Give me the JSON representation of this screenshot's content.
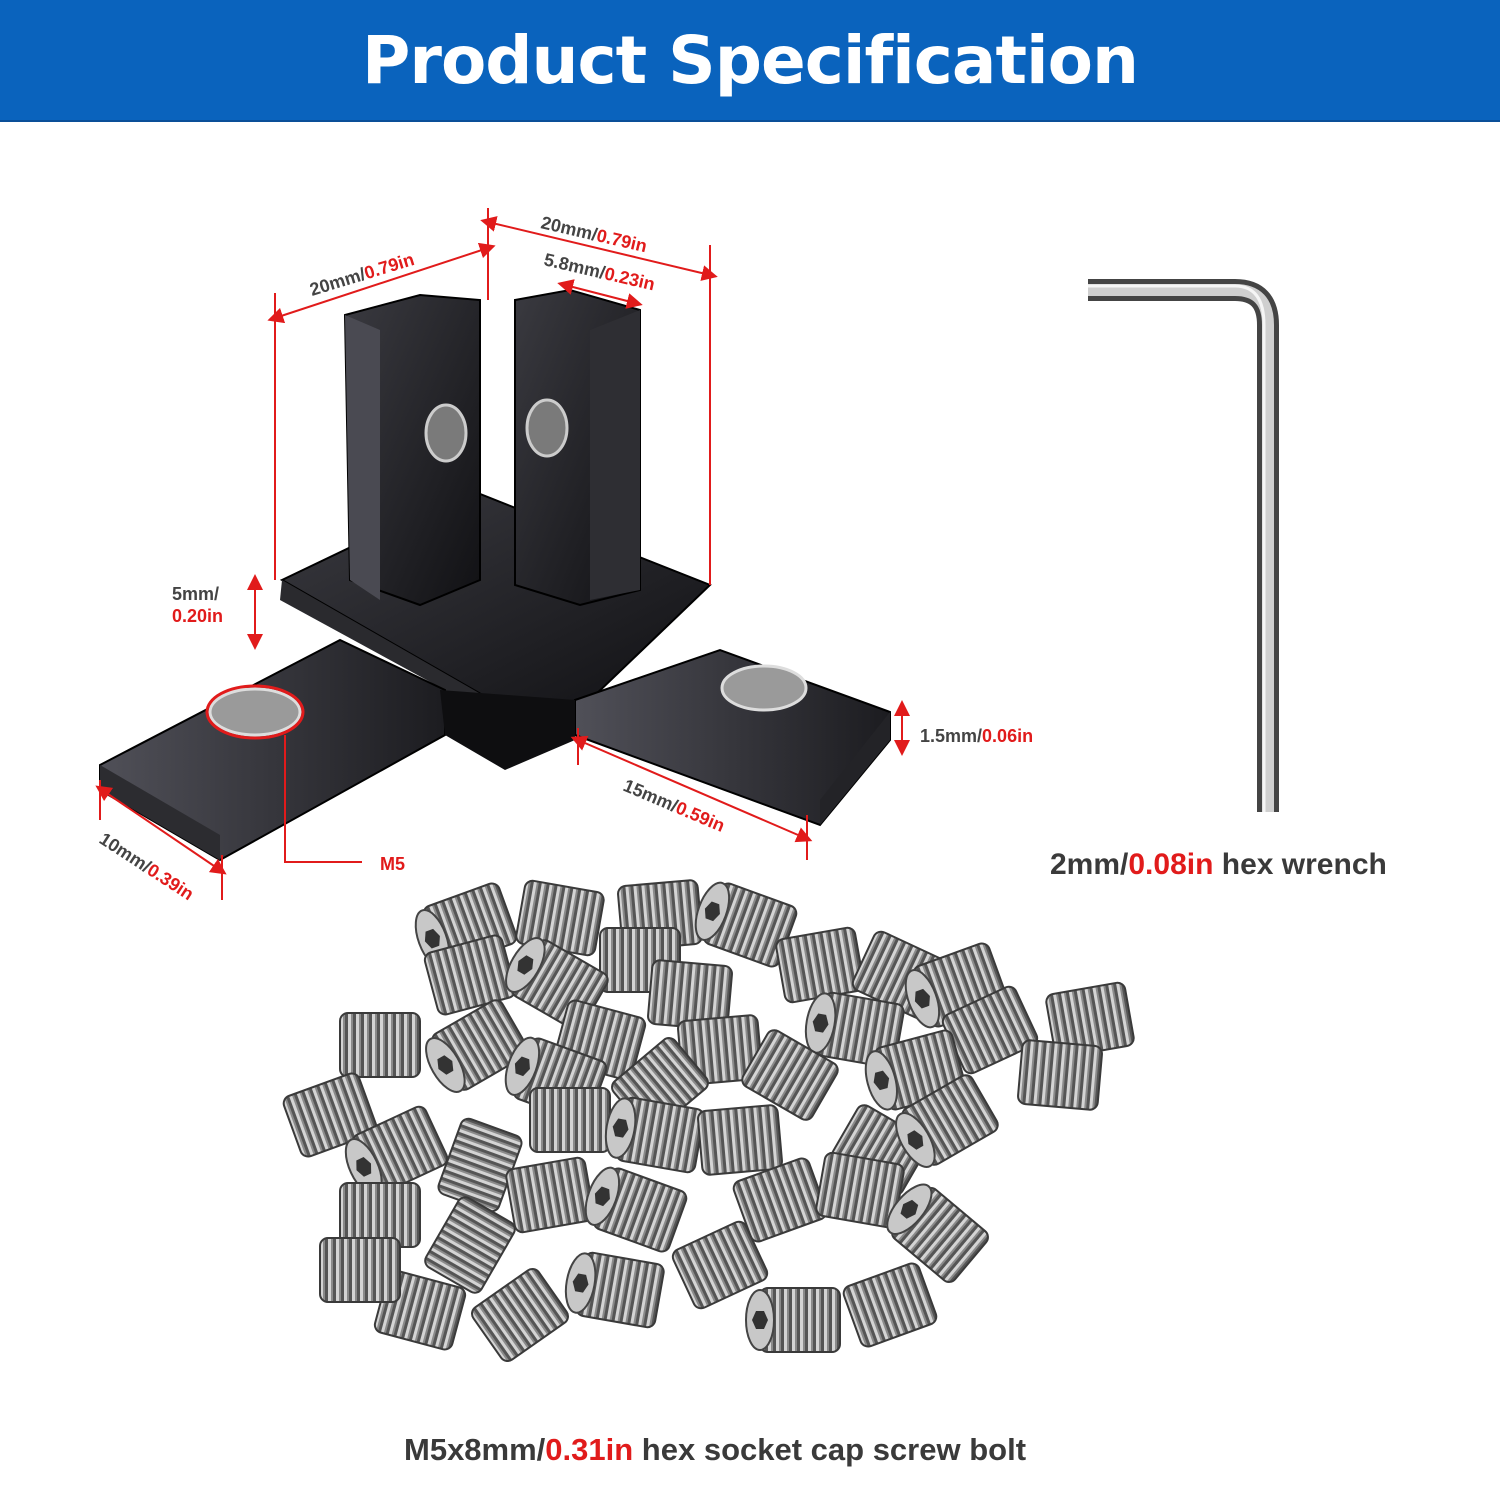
{
  "header": {
    "title": "Product Specification"
  },
  "colors": {
    "banner": "#0a63bd",
    "highlight": "#e11b1b",
    "text": "#3a3a3a",
    "bracket": "#1b1b1f"
  },
  "bracket": {
    "dims": {
      "width_mm": "20mm/",
      "width_in": "0.79in",
      "depth_mm": "20mm/",
      "depth_in": "0.79in",
      "slot_mm": "5.8mm/",
      "slot_in": "0.23in",
      "base_mm": "5mm/",
      "base_in": "0.20in",
      "lip_mm": "1.5mm/",
      "lip_in": "0.06in",
      "arm_mm": "15mm/",
      "arm_in": "0.59in",
      "arm_w_mm": "10mm/",
      "arm_w_in": "0.39in",
      "thread": "M5"
    }
  },
  "wrench": {
    "size_mm": "2mm/",
    "size_in": "0.08in",
    "label": " hex wrench"
  },
  "screws": {
    "size_mm": "M5x8mm/",
    "size_in": "0.31in",
    "label": " hex socket cap screw bolt"
  }
}
